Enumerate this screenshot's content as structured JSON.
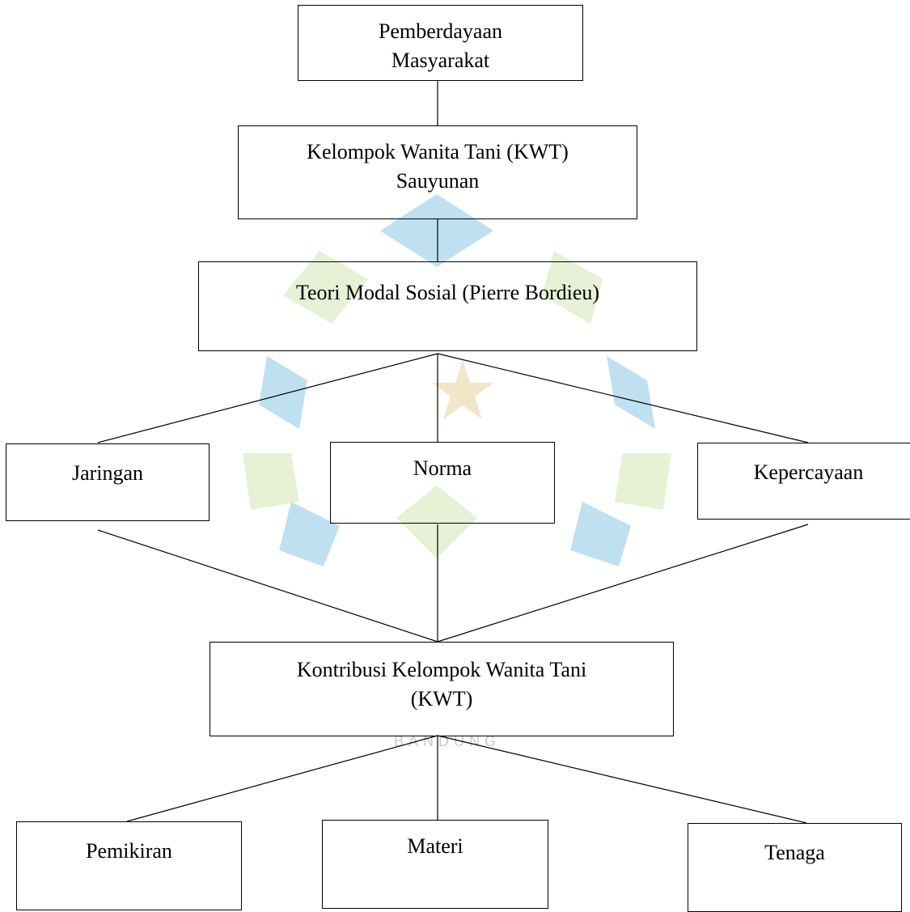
{
  "nodes": {
    "top": {
      "line1": "Pemberdayaan",
      "line2": "Masyarakat"
    },
    "kwt": {
      "line1": "Kelompok Wanita Tani (KWT)",
      "line2": "Sauyunan"
    },
    "theory": {
      "line1": "Teori Modal Sosial (Pierre Bordieu)"
    },
    "jaringan": {
      "label": "Jaringan"
    },
    "norma": {
      "label": "Norma"
    },
    "kepercayaan": {
      "label": "Kepercayaan"
    },
    "kontribusi": {
      "line1": "Kontribusi Kelompok Wanita Tani",
      "line2": "(KWT)"
    },
    "pemikiran": {
      "label": "Pemikiran"
    },
    "materi": {
      "label": "Materi"
    },
    "tenaga": {
      "label": "Tenaga"
    }
  },
  "watermark": {
    "text": "BANDUNG",
    "colors": {
      "blue": "#4aa7d9",
      "green": "#b9d98a",
      "star": "#d9b860"
    }
  }
}
